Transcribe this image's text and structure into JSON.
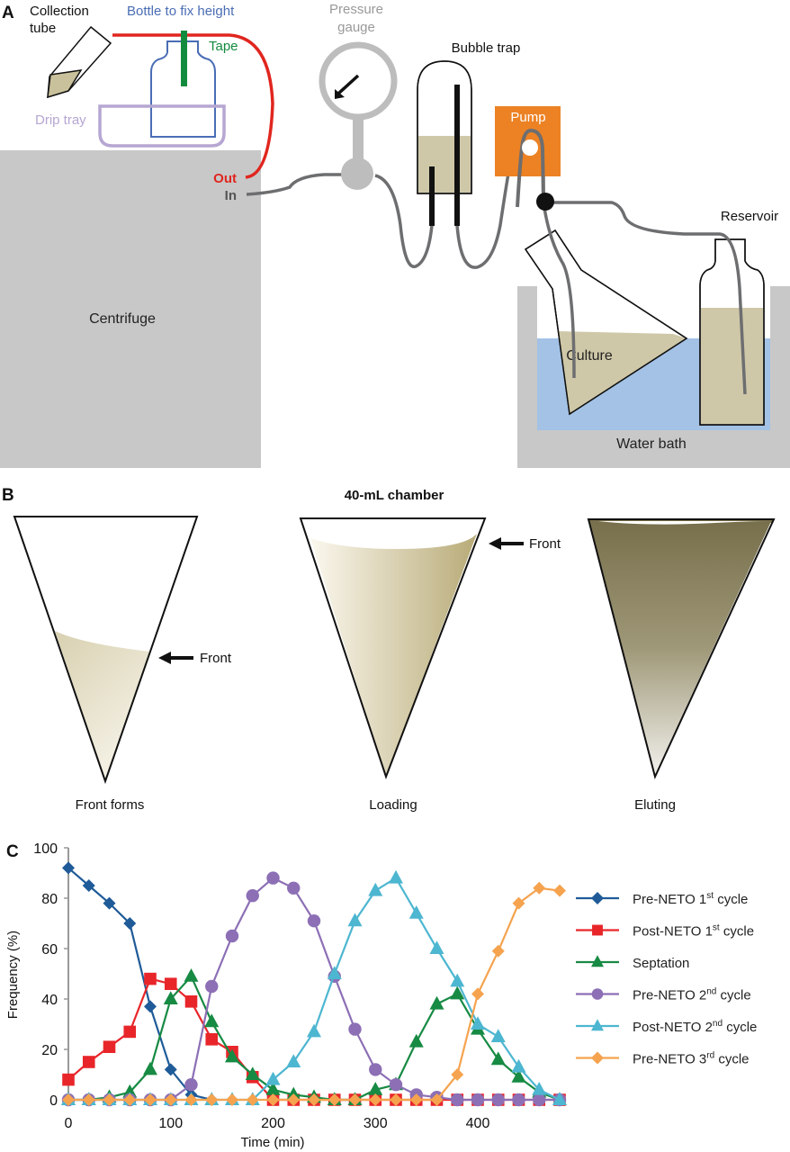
{
  "panel_a": {
    "letter": "A",
    "labels": {
      "collection_tube_line1": "Collection",
      "collection_tube_line2": "tube",
      "bottle": "Bottle to fix height",
      "tape": "Tape",
      "drip_tray": "Drip tray",
      "out": "Out",
      "in": "In",
      "centrifuge": "Centrifuge",
      "pressure_gauge_line1": "Pressure",
      "pressure_gauge_line2": "gauge",
      "bubble_trap": "Bubble trap",
      "pump": "Pump",
      "reservoir": "Reservoir",
      "culture": "Culture",
      "water_bath": "Water bath"
    },
    "colors": {
      "outflow_tube": "#e0261f",
      "inflow_tube": "#6d6e70",
      "bottle": "#4a6db5",
      "tape": "#138b3e",
      "drip_tray": "#b6a6d2",
      "centrifuge": "#c8c8c8",
      "pump": "#ec8224",
      "culture": "#cfc8a8",
      "water": "#a3c2e6"
    }
  },
  "panel_b": {
    "letter": "B",
    "title": "40-mL chamber",
    "chambers": [
      {
        "caption": "Front forms",
        "arrow_label": "Front"
      },
      {
        "caption": "Loading",
        "arrow_label": "Front"
      },
      {
        "caption": "Eluting"
      }
    ]
  },
  "panel_c": {
    "letter": "C"
  },
  "chart_data": {
    "type": "line",
    "title": "",
    "xlabel": "Time (min)",
    "ylabel": "Frequency (%)",
    "xlim": [
      0,
      480
    ],
    "ylim": [
      0,
      100
    ],
    "xticks": [
      0,
      100,
      200,
      300,
      400
    ],
    "yticks": [
      0,
      20,
      40,
      60,
      80,
      100
    ],
    "grid": false,
    "legend_position": "right",
    "x": [
      0,
      20,
      40,
      60,
      80,
      100,
      120,
      140,
      160,
      180,
      200,
      220,
      240,
      260,
      280,
      300,
      320,
      340,
      360,
      380,
      400,
      420,
      440,
      460,
      480
    ],
    "series": [
      {
        "name": "Pre-NETO 1st cycle",
        "base": "Pre-NETO 1",
        "sup": "st",
        "tail": " cycle",
        "color": "#1f5b98",
        "marker": "diamond",
        "values": [
          92,
          85,
          78,
          70,
          37,
          12,
          2,
          0,
          null,
          null,
          null,
          null,
          null,
          null,
          null,
          null,
          null,
          null,
          null,
          null,
          null,
          null,
          null,
          null,
          null
        ]
      },
      {
        "name": "Post-NETO 1st cycle",
        "base": "Post-NETO 1",
        "sup": "st",
        "tail": " cycle",
        "color": "#e8262a",
        "marker": "square",
        "values": [
          8,
          15,
          21,
          27,
          48,
          46,
          39,
          24,
          19,
          9,
          0,
          0,
          0,
          0,
          0,
          0,
          0,
          0,
          0,
          0,
          0,
          0,
          0,
          0,
          0
        ]
      },
      {
        "name": "Septation",
        "base": "Septation",
        "sup": "",
        "tail": "",
        "color": "#178a43",
        "marker": "triangle",
        "values": [
          0,
          0,
          1,
          3,
          12,
          40,
          49,
          31,
          17,
          10,
          4,
          2,
          1,
          0,
          0,
          4,
          6,
          23,
          38,
          42,
          28,
          16,
          9,
          3,
          0
        ]
      },
      {
        "name": "Pre-NETO 2nd cycle",
        "base": "Pre-NETO 2",
        "sup": "nd",
        "tail": " cycle",
        "color": "#8c6fb5",
        "marker": "circle",
        "values": [
          0,
          0,
          0,
          0,
          0,
          0,
          6,
          45,
          65,
          81,
          88,
          84,
          71,
          49,
          28,
          12,
          6,
          2,
          1,
          0,
          0,
          0,
          0,
          0,
          0
        ]
      },
      {
        "name": "Post-NETO 2nd cycle",
        "base": "Post-NETO 2",
        "sup": "nd",
        "tail": " cycle",
        "color": "#4db6d0",
        "marker": "triangle",
        "values": [
          0,
          0,
          0,
          0,
          0,
          0,
          0,
          0,
          0,
          0,
          8,
          15,
          27,
          50,
          71,
          83,
          88,
          74,
          60,
          47,
          30,
          25,
          13,
          4,
          0
        ]
      },
      {
        "name": "Pre-NETO 3rd cycle",
        "base": "Pre-NETO 3",
        "sup": "rd",
        "tail": " cycle",
        "color": "#f5a34f",
        "marker": "diamond",
        "values": [
          0,
          0,
          0,
          0,
          0,
          0,
          0,
          0,
          0,
          0,
          0,
          0,
          0,
          0,
          0,
          0,
          0,
          0,
          0,
          10,
          42,
          59,
          78,
          84,
          83
        ]
      }
    ]
  }
}
